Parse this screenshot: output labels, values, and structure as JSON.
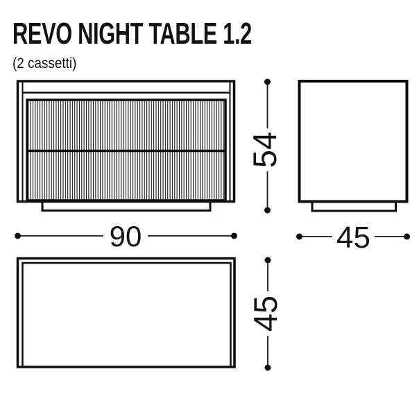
{
  "header": {
    "title": "REVO NIGHT TABLE 1.2",
    "subtitle": "(2 cassetti)"
  },
  "drawing": {
    "drawer_count": 2,
    "dimensions": {
      "front_width": "90",
      "front_height": "54",
      "side_depth": "45",
      "plan_depth": "45"
    },
    "colors": {
      "line": "#0d0d0d",
      "background": "#ffffff"
    }
  }
}
